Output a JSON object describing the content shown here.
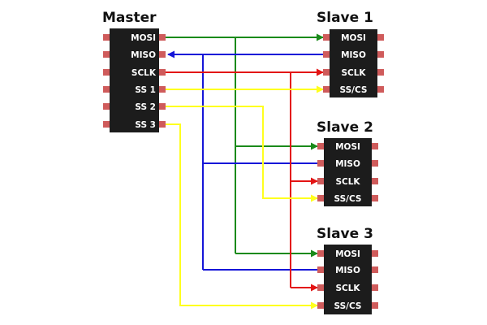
{
  "colors": {
    "background": "#ffffff",
    "chip_body": "#1c1c1c",
    "pin": "#cf5b5b",
    "text": "#111111",
    "label": "#ffffff",
    "mosi": "#1a8a1a",
    "miso": "#1515d8",
    "sclk": "#e31414",
    "ss": "#ffff1e"
  },
  "master": {
    "title": "Master",
    "pins": [
      "MOSI",
      "MISO",
      "SCLK",
      "SS 1",
      "SS 2",
      "SS 3"
    ]
  },
  "slaves": [
    {
      "title": "Slave 1",
      "pins": [
        "MOSI",
        "MISO",
        "SCLK",
        "SS/CS"
      ]
    },
    {
      "title": "Slave 2",
      "pins": [
        "MOSI",
        "MISO",
        "SCLK",
        "SS/CS"
      ]
    },
    {
      "title": "Slave 3",
      "pins": [
        "MOSI",
        "MISO",
        "SCLK",
        "SS/CS"
      ]
    }
  ],
  "connections": [
    {
      "signal": "mosi",
      "from_pin": "MOSI",
      "to": [
        "Slave 1",
        "Slave 2",
        "Slave 3"
      ],
      "arrow": "to-slave"
    },
    {
      "signal": "miso",
      "from_pin": "MISO",
      "to": [
        "Slave 1",
        "Slave 2",
        "Slave 3"
      ],
      "arrow": "to-master"
    },
    {
      "signal": "sclk",
      "from_pin": "SCLK",
      "to": [
        "Slave 1",
        "Slave 2",
        "Slave 3"
      ],
      "arrow": "to-slave"
    },
    {
      "signal": "ss",
      "from_pin": "SS 1",
      "to": [
        "Slave 1"
      ],
      "arrow": "to-slave"
    },
    {
      "signal": "ss",
      "from_pin": "SS 2",
      "to": [
        "Slave 2"
      ],
      "arrow": "to-slave"
    },
    {
      "signal": "ss",
      "from_pin": "SS 3",
      "to": [
        "Slave 3"
      ],
      "arrow": "to-slave"
    }
  ]
}
